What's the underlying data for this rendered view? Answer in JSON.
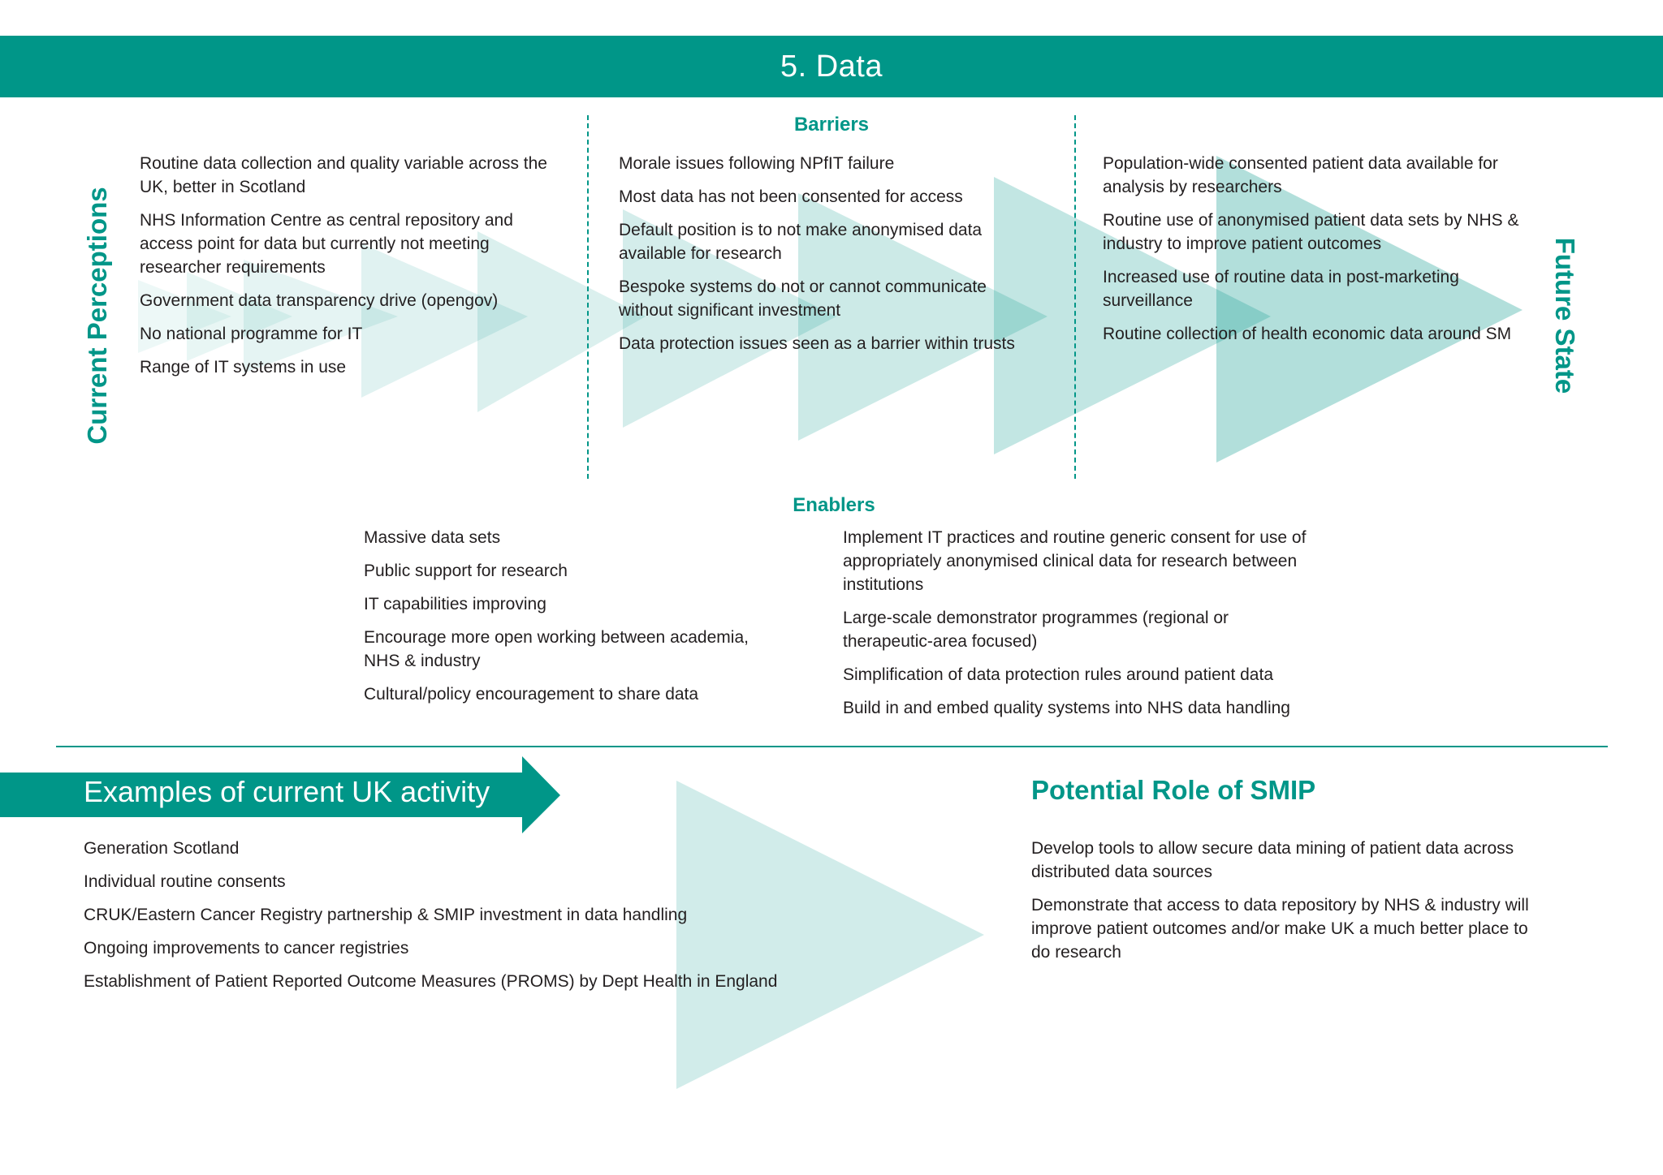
{
  "header": {
    "title": "5.  Data"
  },
  "side_labels": {
    "left": "Current Perceptions",
    "right": "Future State"
  },
  "barriers": {
    "title": "Barriers",
    "current_perceptions": [
      "Routine data collection and quality variable across the UK, better in Scotland",
      "NHS Information Centre as central repository and access point for data but currently not meeting researcher requirements",
      "Government data transparency drive (opengov)",
      "No national programme for IT",
      "Range of IT systems in use"
    ],
    "middle": [
      "Morale issues following NPfIT failure",
      "Most data has not been consented for access",
      "Default position is to not make anonymised data available for research",
      "Bespoke systems do not or cannot communicate without significant investment",
      "Data protection issues seen as a barrier within trusts"
    ],
    "future_state": [
      "Population-wide consented patient data available for analysis by researchers",
      "Routine use of anonymised patient data sets by NHS & industry to improve patient outcomes",
      "Increased use of routine data in post-marketing surveillance",
      "Routine collection of health economic data around SM"
    ]
  },
  "enablers": {
    "title": "Enablers",
    "left": [
      "Massive data sets",
      "Public support for research",
      "IT capabilities improving",
      "Encourage more open working between academia, NHS & industry",
      "Cultural/policy encouragement to share data"
    ],
    "right": [
      "Implement IT practices and routine generic consent for use of appropriately anonymised clinical data for research between institutions",
      "Large-scale demonstrator programmes (regional or therapeutic-area focused)",
      "Simplification of data protection rules around patient data",
      "Build in and embed quality systems into NHS data handling"
    ]
  },
  "examples": {
    "title": "Examples of current UK activity",
    "items": [
      "Generation Scotland",
      "Individual routine consents",
      "CRUK/Eastern Cancer Registry partnership & SMIP investment in data handling",
      "Ongoing improvements to cancer registries",
      "Establishment of Patient Reported Outcome Measures (PROMS) by Dept Health in England"
    ]
  },
  "smip": {
    "title": "Potential Role of SMIP",
    "items": [
      "Develop tools to allow secure data mining of patient data across distributed data sources",
      "Demonstrate that access to data repository by NHS & industry will improve patient outcomes and/or make UK a much better place to do research"
    ]
  },
  "colors": {
    "teal": "#009688",
    "light_teal": "#b2dfdb",
    "text": "#231f20"
  }
}
